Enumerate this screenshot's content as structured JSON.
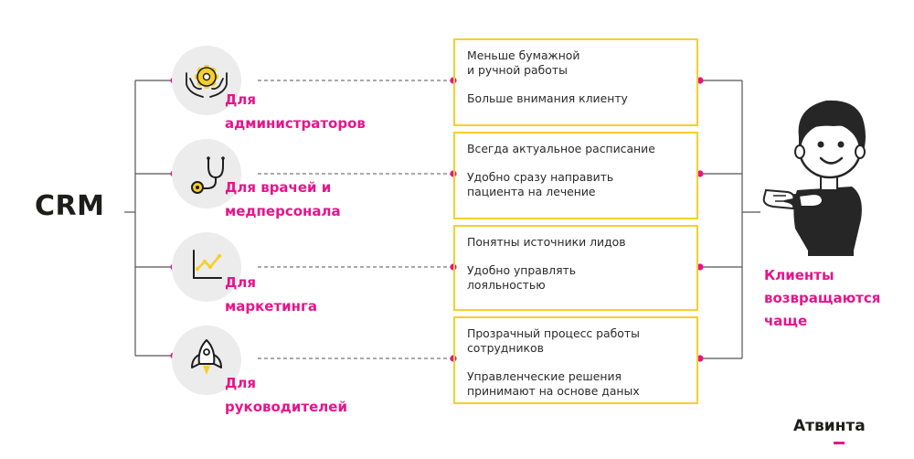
{
  "title": "CRM",
  "branches": [
    {
      "icon": "gear-hands-icon",
      "label_lines": [
        "Для",
        "администраторов"
      ],
      "benefit1": "Меньше бумажной\nи ручной работы",
      "benefit2": "Больше внимания клиенту"
    },
    {
      "icon": "stethoscope-icon",
      "label_lines": [
        "Для врачей и",
        "медперсонала"
      ],
      "benefit1": "Всегда актуальное расписание",
      "benefit2": "Удобно сразу направить\nпациента на лечение"
    },
    {
      "icon": "line-chart-icon",
      "label_lines": [
        "Для",
        "маркетинга"
      ],
      "benefit1": "Понятны источники лидов",
      "benefit2": "Удобно управлять\nлояльностью"
    },
    {
      "icon": "rocket-icon",
      "label_lines": [
        "Для",
        "руководителей"
      ],
      "benefit1": "Прозрачный процесс работы\nсотрудников",
      "benefit2": "Управленческие решения\nпринимают на основе даных"
    }
  ],
  "result_lines": [
    "Клиенты",
    "возвращаются",
    "чаще"
  ],
  "logo": "Атвинта",
  "colors": {
    "accent": "#e5158c",
    "box_border": "#f6cf2a",
    "icon_circle": "#ececec",
    "line": "#555555",
    "text": "#1d1d1b"
  }
}
